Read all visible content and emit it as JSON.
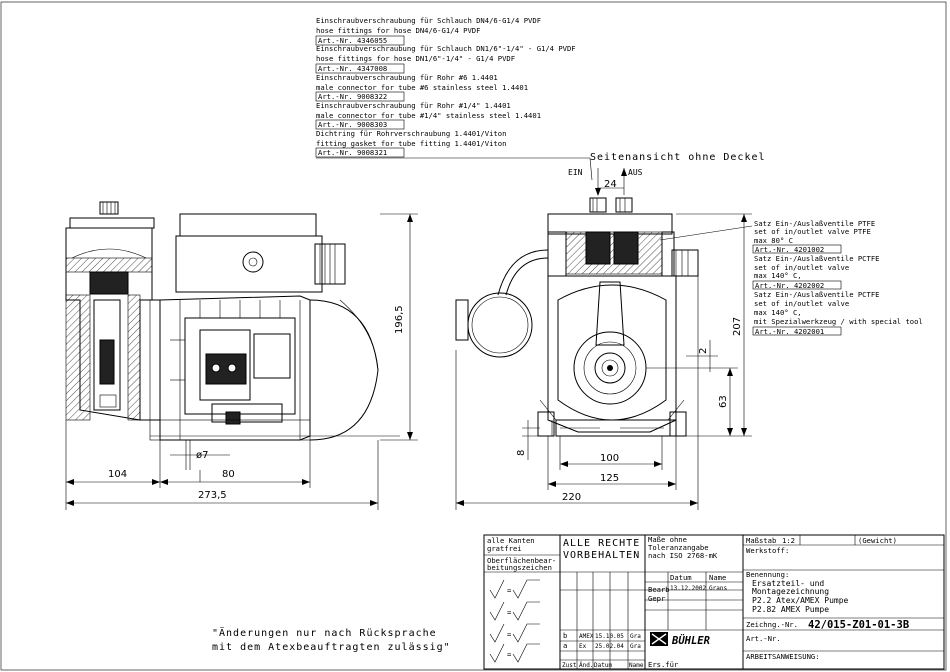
{
  "notes": [
    {
      "de": "Einschraubverschraubung für Schlauch DN4/6-G1/4 PVDF",
      "en": "hose fittings for hose DN4/6-G1/4 PVDF",
      "art": "Art.-Nr.   4346055"
    },
    {
      "de": "Einschraubverschraubung für Schlauch DN1/6\"-1/4\" - G1/4 PVDF",
      "en": "hose fittings for hose DN1/6\"-1/4\" - G1/4 PVDF",
      "art": "Art.-Nr.   4347008"
    },
    {
      "de": "Einschraubverschraubung für Rohr #6 1.4401",
      "en": "male connector for tube #6 stainless steel 1.4401",
      "art": "Art.-Nr.   9008322"
    },
    {
      "de": "Einschraubverschraubung für Rohr #1/4\"  1.4401",
      "en": "male connector for tube #1/4\" stainless steel 1.4401",
      "art": "Art.-Nr.   9008303"
    },
    {
      "de": "Dichtring für Rohrverschraubung 1.4401/Viton",
      "en": "fitting gasket for tube fitting 1.4401/Viton",
      "art": "Art.-Nr.   9008321"
    }
  ],
  "side_view_title": "Seitenansicht ohne Deckel",
  "ein_label": "EIN",
  "aus_label": "AUS",
  "valves": [
    {
      "l1": "Satz Ein-/Auslaßventile PTFE",
      "l2": "set of in/outlet valve PTFE",
      "l3": "max  80° C",
      "art": "Art.-Nr.   4201002"
    },
    {
      "l1": "Satz Ein-/Auslaßventile PCTFE",
      "l2": "set of in/outlet valve",
      "l3": "max  140° C,",
      "art": "Art.-Nr.   4202002"
    },
    {
      "l1": "Satz Ein-/Auslaßventile PCTFE",
      "l2": "set of in/outlet valve",
      "l3": "max  140° C,",
      "l4": "mit Spezialwerkzeug / with special tool",
      "art": "Art.-Nr.   4202001"
    }
  ],
  "dims": {
    "d104": "104",
    "d80": "80",
    "d273": "273,5",
    "d7": "ø7",
    "d196": "196,5",
    "d24": "24",
    "d207": "207",
    "d63": "63",
    "d2": "2",
    "d8": "8",
    "d100": "100",
    "d125": "125",
    "d220": "220"
  },
  "footer_note": {
    "line1": "\"Änderungen nur nach Rücksprache",
    "line2": "mit dem Atexbeauftragten zulässig\""
  },
  "title_block": {
    "kanten": "alle Kanten",
    "gratfrei": "gratfrei",
    "oberfl1": "Oberflächenbear-",
    "oberfl2": "beitungszeichen",
    "rechte1": "ALLE RECHTE",
    "rechte2": "VORBEHALTEN",
    "tol1": "Maße ohne",
    "tol2": "Toleranzangabe",
    "tol3": "nach ISO 2768-mK",
    "massstab_label": "Maßstab",
    "massstab_val": "1:2",
    "gewicht": "(Gewicht)",
    "werkstoff": "Werkstoff:",
    "datum": "Datum",
    "name": "Name",
    "bearb": "Bearb",
    "bearb_datum": "13.12.2002",
    "bearb_name": "Grans",
    "gepr": "Gepr",
    "benennung": "Benennung:",
    "ben1": "Ersatzteil- und",
    "ben2": "Montagezeichnung",
    "ben3": "P2.2 Atex/AMEX Pumpe",
    "ben4": "P2.82 AMEX Pumpe",
    "zeichn_label": "Zeichng.-Nr.",
    "zeichn_nr": "42/015-Z01-01-3B",
    "artnr": "Art.-Nr.",
    "arbeit": "ARBEITSANWEISUNG:",
    "rev_b": "b",
    "rev_b_ind": "AMEX",
    "rev_b_date": "15.10.05",
    "rev_b_name": "Gra",
    "rev_a": "a",
    "rev_a_ind": "Ex",
    "rev_a_date": "25.02.04",
    "rev_a_name": "Gra",
    "zust": "Zust",
    "aend": "Änd.",
    "datum2": "Datum",
    "name2": "Name",
    "ers": "Ers.für",
    "logo": "BÜHLER"
  }
}
